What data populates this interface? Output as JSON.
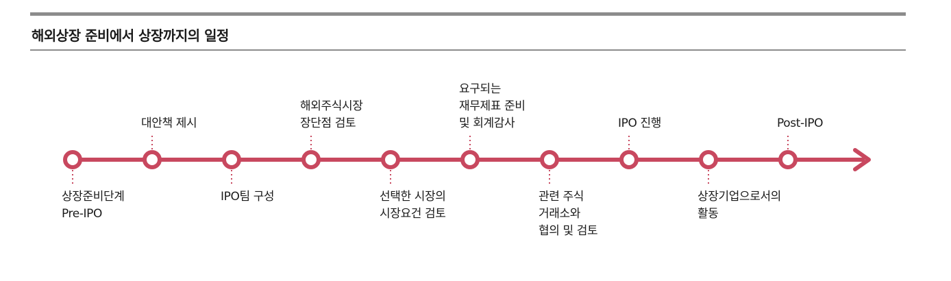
{
  "title": "해외상장 준비에서 상장까지의 일정",
  "colors": {
    "accent": "#c8485f",
    "rule": "#8c8c8c",
    "text": "#1a1a1a",
    "node_fill": "#ffffff"
  },
  "steps": [
    {
      "label": "상장준비단계\nPre-IPO",
      "position": "below"
    },
    {
      "label": "대안책 제시",
      "position": "above"
    },
    {
      "label": "IPO팀 구성",
      "position": "below"
    },
    {
      "label": "해외주식시장\n장단점 검토",
      "position": "above"
    },
    {
      "label": "선택한 시장의\n시장요건 검토",
      "position": "below"
    },
    {
      "label": "요구되는\n재무제표 준비\n및 회계감사",
      "position": "above"
    },
    {
      "label": "관련 주식\n거래소와\n협의 및 검토",
      "position": "below"
    },
    {
      "label": "IPO 진행",
      "position": "above"
    },
    {
      "label": "상장기업으로서의\n활동",
      "position": "below"
    },
    {
      "label": "Post-IPO",
      "position": "above"
    }
  ]
}
